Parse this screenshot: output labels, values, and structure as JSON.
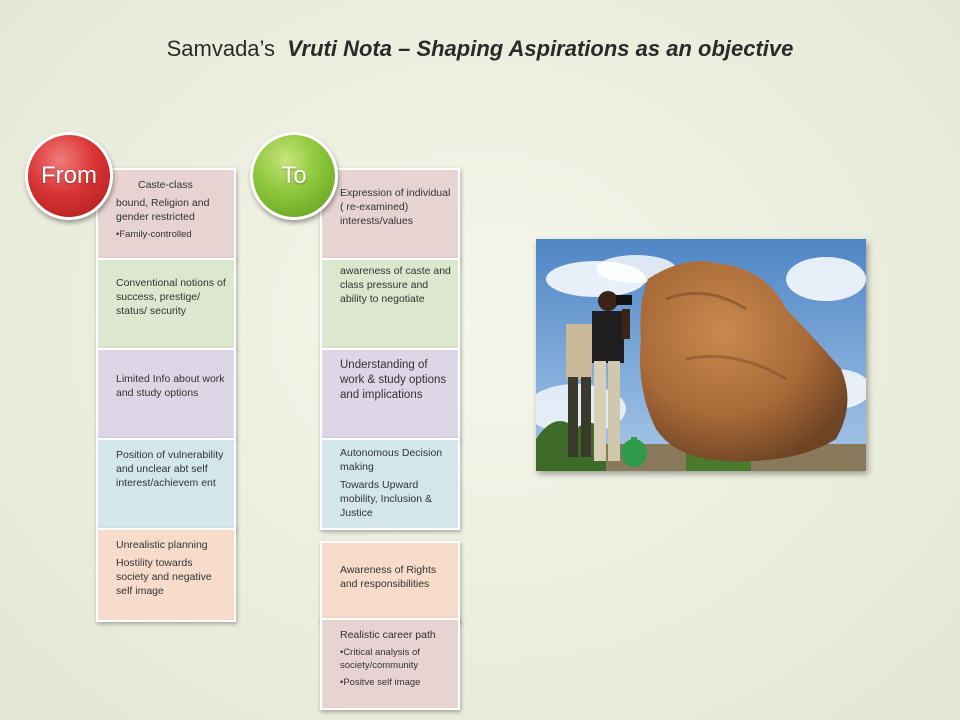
{
  "title": {
    "prefix": "Samvada’s",
    "emphasis": "Vruti Nota – Shaping Aspirations as an objective"
  },
  "from_column": {
    "label": "From",
    "cards": [
      {
        "lines": [
          "Caste-class",
          "bound, Religion and gender restricted",
          "•Family-controlled"
        ]
      },
      {
        "lines": [
          "Conventional notions of success, prestige/ status/ security"
        ]
      },
      {
        "lines": [
          "Limited Info about work and study options"
        ]
      },
      {
        "lines": [
          "Position of vulnerability and unclear abt   self interest/achievem ent"
        ]
      },
      {
        "lines": [
          "Unrealistic planning",
          "Hostility  towards society and negative self image"
        ]
      }
    ]
  },
  "to_column": {
    "label": "To",
    "cards": [
      {
        "lines": [
          "Expression of individual ( re-examined) interests/values"
        ]
      },
      {
        "lines": [
          "awareness of caste and class pressure and ability to negotiate"
        ]
      },
      {
        "lines": [
          "Understanding of work & study options and implications"
        ]
      },
      {
        "lines": [
          "Autonomous Decision making",
          "Towards Upward mobility, Inclusion & Justice"
        ]
      },
      {
        "lines": [
          "Awareness of Rights and responsibilities"
        ]
      },
      {
        "lines": [
          "Realistic career path",
          "•Critical analysis of society/community",
          "•Positve self image"
        ]
      }
    ]
  },
  "colors": {
    "from_circle": "#d93434",
    "to_circle": "#8cc63a"
  }
}
